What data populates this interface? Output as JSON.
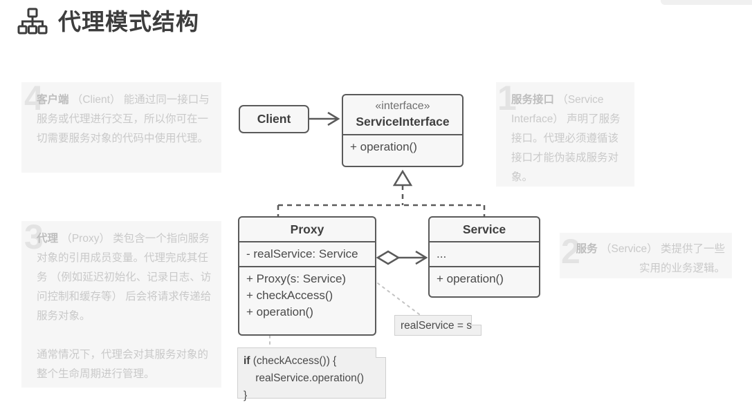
{
  "header": {
    "title": "代理模式结构",
    "icon": "sitemap-icon"
  },
  "descriptions": [
    {
      "number": "1",
      "id": "desc-1",
      "lead": "服务接口",
      "paragraphs": [
        "服务接口 （Service Interface） 声明了服务接口。代理必须遵循该接口才能伪装成服务对象。"
      ]
    },
    {
      "number": "2",
      "id": "desc-2",
      "lead": "服务",
      "paragraphs": [
        "服务 （Service） 类提供了一些实用的业务逻辑。"
      ]
    },
    {
      "number": "3",
      "id": "desc-3",
      "lead": "代理",
      "paragraphs": [
        "代理 （Proxy） 类包含一个指向服务对象的引用成员变量。代理完成其任务 （例如延迟初始化、记录日志、访问控制和缓存等） 后会将请求传递给服务对象。",
        "通常情况下，代理会对其服务对象的整个生命周期进行管理。"
      ]
    },
    {
      "number": "4",
      "id": "desc-4",
      "lead": "客户端",
      "paragraphs": [
        "客户端 （Client） 能通过同一接口与服务或代理进行交互，所以你可在一切需要服务对象的代码中使用代理。"
      ]
    }
  ],
  "desc_text": {
    "one_lead": "服务接口",
    "one_rest": " （Service Interface） 声明了服务接口。代理必须遵循该接口才能伪装成服务对象。",
    "two_lead": "服务",
    "two_rest": " （Service） 类提供了一些实用的业务逻辑。",
    "three_lead": "代理",
    "three_rest": " （Proxy） 类包含一个指向服务对象的引用成员变量。代理完成其任务 （例如延迟初始化、记录日志、访问控制和缓存等） 后会将请求传递给服务对象。",
    "three_p2": "通常情况下，代理会对其服务对象的整个生命周期进行管理。",
    "four_lead": "客户端",
    "four_rest": " （Client） 能通过同一接口与服务或代理进行交互，所以你可在一切需要服务对象的代码中使用代理。"
  },
  "diagram": {
    "client": {
      "name": "Client"
    },
    "service_interface": {
      "stereotype": "«interface»",
      "name": "ServiceInterface",
      "operations": [
        "+ operation()"
      ]
    },
    "proxy": {
      "name": "Proxy",
      "attributes": [
        "- realService: Service"
      ],
      "operations": [
        "+ Proxy(s: Service)",
        "+ checkAccess()",
        "+ operation()"
      ]
    },
    "service": {
      "name": "Service",
      "attributes": [
        "..."
      ],
      "operations": [
        "+ operation()"
      ]
    },
    "notes": {
      "assign": "realService = s",
      "code_keyword": "if",
      "code_line1_rest": " (checkAccess()) {",
      "code_line2": "    realService.operation()",
      "code_line3": "}"
    }
  },
  "colors": {
    "title": "#3d3d3d",
    "node_border": "#5a5a5a",
    "node_fill": "#f7f7f7",
    "desc_bg": "#f6f6f6",
    "desc_text": "#c9c9c9",
    "bignum": "#e3e3e3",
    "note_bg": "#f0f0f0"
  }
}
